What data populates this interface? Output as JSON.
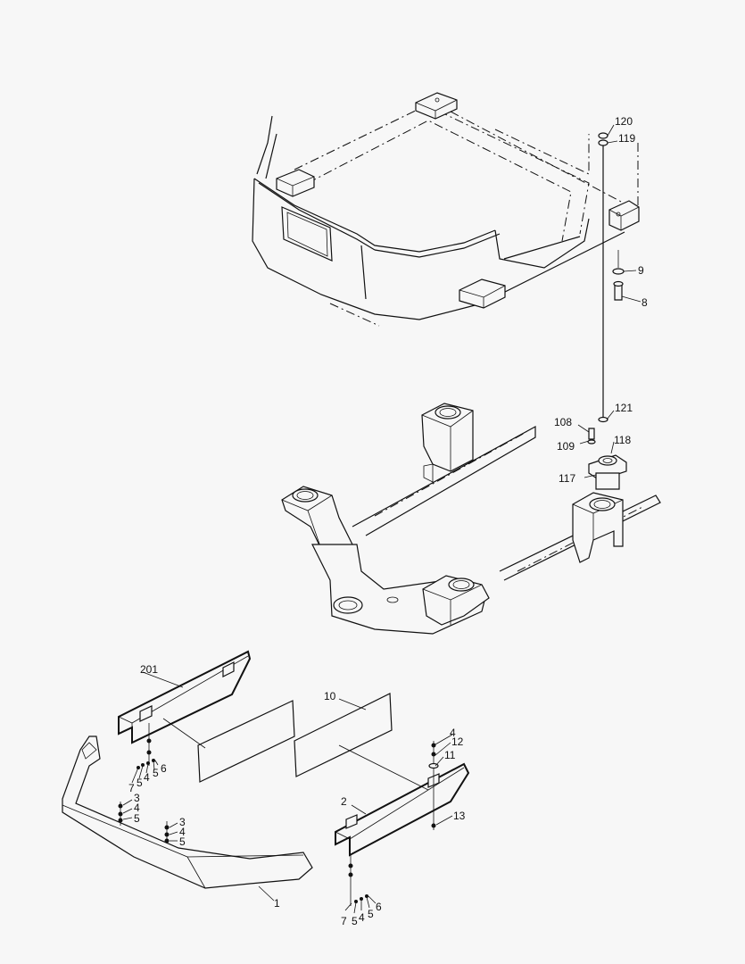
{
  "labels": {
    "l120": "120",
    "l119": "119",
    "l9": "9",
    "l8": "8",
    "l121": "121",
    "l108": "108",
    "l109": "109",
    "l118": "118",
    "l117": "117",
    "l201": "201",
    "l10": "10",
    "l4a": "4",
    "l12": "12",
    "l11": "11",
    "l13": "13",
    "l2": "2",
    "l3a": "3",
    "l4b": "4",
    "l5a": "5",
    "l3b": "3",
    "l4c": "4",
    "l5b": "5",
    "l7a": "7",
    "l5c": "5",
    "l4d": "4",
    "l5d": "5",
    "l6a": "6",
    "l7b": "7",
    "l5e": "5",
    "l4e": "4",
    "l5f": "5",
    "l6b": "6",
    "l1": "1"
  }
}
